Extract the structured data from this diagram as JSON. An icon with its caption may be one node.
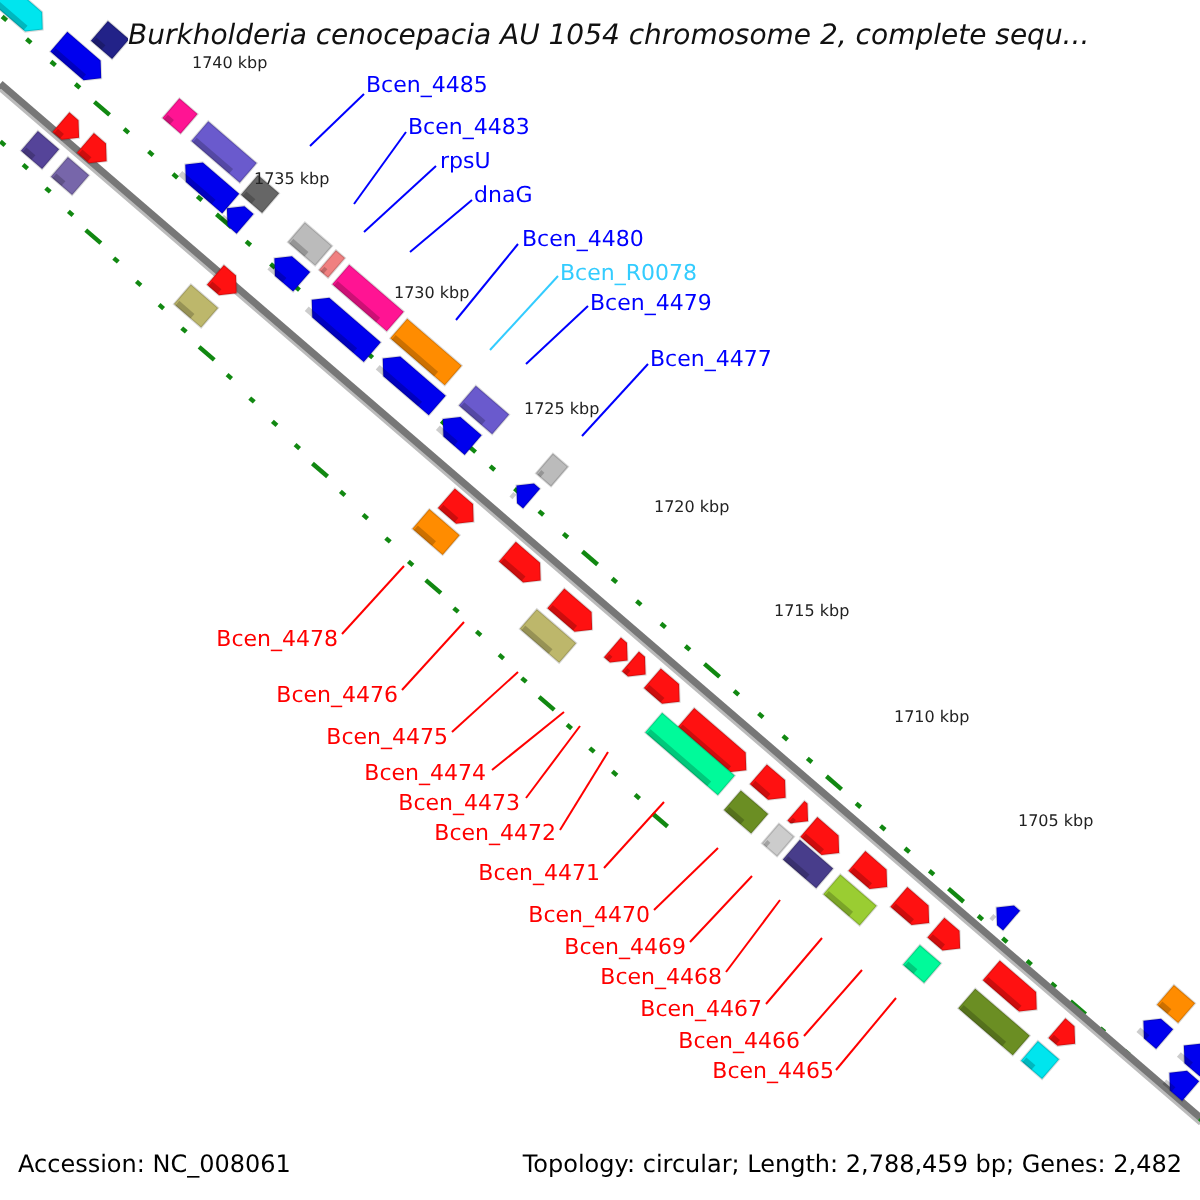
{
  "diagram": {
    "title": "Burkholderia cenocepacia AU 1054 chromosome 2, complete sequ...",
    "nodes": [
      {
        "text": [
          "Bcen_4485"
        ]
      },
      {
        "text": [
          "Bcen_4483"
        ]
      },
      {
        "text": [
          "rpsU"
        ]
      },
      {
        "text": [
          "dnaG"
        ]
      },
      {
        "text": [
          "Bcen_4480"
        ]
      },
      {
        "text": [
          "Bcen_R0078"
        ]
      },
      {
        "text": [
          "Bcen_4479"
        ]
      },
      {
        "text": [
          "Bcen_4477"
        ]
      },
      {
        "text": [
          "Bcen_4478"
        ]
      },
      {
        "text": [
          "Bcen_4476"
        ]
      },
      {
        "text": [
          "Bcen_4475"
        ]
      },
      {
        "text": [
          "Bcen_4474"
        ]
      },
      {
        "text": [
          "Bcen_4473"
        ]
      },
      {
        "text": [
          "Bcen_4472"
        ]
      },
      {
        "text": [
          "Bcen_4471"
        ]
      },
      {
        "text": [
          "Bcen_4470"
        ]
      },
      {
        "text": [
          "Bcen_4469"
        ]
      },
      {
        "text": [
          "Bcen_4468"
        ]
      },
      {
        "text": [
          "Bcen_4467"
        ]
      },
      {
        "text": [
          "Bcen_4466"
        ]
      },
      {
        "text": [
          "Bcen_4465"
        ]
      }
    ],
    "edges": [
      {
        "from": 0,
        "to": null,
        "arrow": "none",
        "color": "#0000ff"
      },
      {
        "from": 1,
        "to": null,
        "arrow": "none",
        "color": "#0000ff"
      },
      {
        "from": 2,
        "to": null,
        "arrow": "none",
        "color": "#0000ff"
      },
      {
        "from": 3,
        "to": null,
        "arrow": "none",
        "color": "#0000ff"
      },
      {
        "from": 4,
        "to": null,
        "arrow": "none",
        "color": "#0000ff"
      },
      {
        "from": 5,
        "to": null,
        "arrow": "none",
        "color": "#33ccff"
      },
      {
        "from": 6,
        "to": null,
        "arrow": "none",
        "color": "#0000ff"
      },
      {
        "from": 7,
        "to": null,
        "arrow": "none",
        "color": "#0000ff"
      },
      {
        "from": 8,
        "to": null,
        "arrow": "none"
      },
      {
        "from": 9,
        "to": null,
        "arrow": "none"
      },
      {
        "from": 10,
        "to": null,
        "arrow": "none"
      },
      {
        "from": 11,
        "to": null,
        "arrow": "none"
      },
      {
        "from": 12,
        "to": null,
        "arrow": "none"
      },
      {
        "from": 13,
        "to": null,
        "arrow": "none"
      },
      {
        "from": 14,
        "to": null,
        "arrow": "none"
      },
      {
        "from": 15,
        "to": null,
        "arrow": "none"
      },
      {
        "from": 16,
        "to": null,
        "arrow": "none"
      },
      {
        "from": 17,
        "to": null,
        "arrow": "none"
      },
      {
        "from": 18,
        "to": null,
        "arrow": "none"
      },
      {
        "from": 19,
        "to": null,
        "arrow": "none"
      },
      {
        "from": 20,
        "to": null,
        "arrow": "none"
      }
    ],
    "labels": [
      "1740 kbp",
      "1735 kbp",
      "1730 kbp",
      "1725 kbp",
      "1720 kbp",
      "1715 kbp",
      "1710 kbp",
      "1705 kbp",
      "Accession: NC_008061",
      "Topology: circular; Length: 2,788,459 bp; Genes: 2,482"
    ]
  }
}
